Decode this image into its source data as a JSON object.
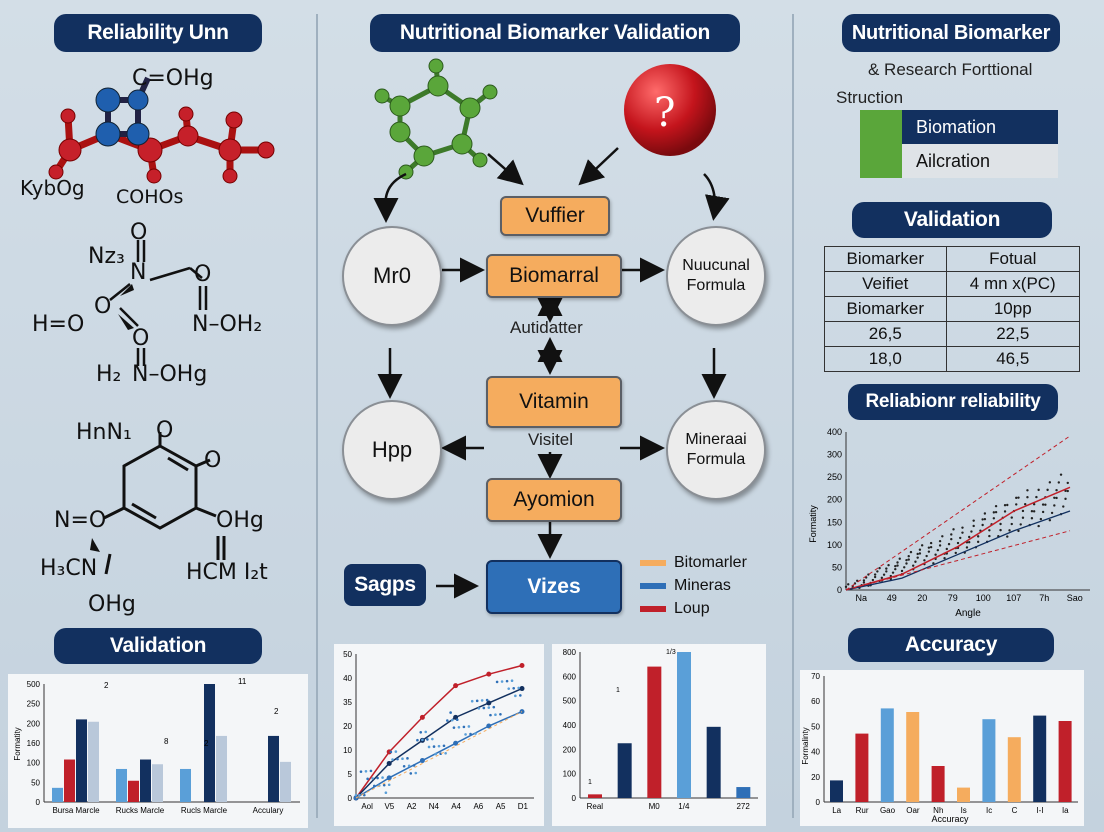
{
  "colors": {
    "navy": "#12305f",
    "red": "#c0202a",
    "blue": "#2e6fb7",
    "orange": "#f5ac5e",
    "green": "#5aa63a",
    "lightblue": "#5a9fd8"
  },
  "left": {
    "title": "Reliability Unn",
    "mol1": {
      "labels": [
        "C=OHg",
        "KybOg",
        "COHOs"
      ]
    },
    "mol2": {
      "labels": [
        "Nz₃",
        "N",
        "O",
        "O",
        "H=O",
        "O",
        "N–OH₂",
        "O",
        "H₂",
        "N–OHg"
      ]
    },
    "mol3": {
      "labels": [
        "HnN₁",
        "O",
        "O",
        "N=O",
        "OHg",
        "H₃CN",
        "HCM I₂t",
        "OHg"
      ]
    },
    "validation_title": "Validation"
  },
  "center": {
    "title": "Nutritional Biomarker Validation",
    "question_mark": "?",
    "nodes": {
      "mro": "Mr0",
      "nucl_line1": "Nuucunal",
      "nucl_line2": "Formula",
      "hpp": "Hpp",
      "min_line1": "Mineraai",
      "min_line2": "Formula"
    },
    "boxes": {
      "vuffier": "Vuffier",
      "biomarral": "Biomarral",
      "vitamin": "Vitamin",
      "ayomion": "Ayomion",
      "vizes": "Vizes",
      "sagps": "Sagps"
    },
    "labels": {
      "autidatter": "Autidatter",
      "visitel": "Visitel"
    },
    "legend": [
      {
        "name": "Bitomarler",
        "color": "#f5ac5e"
      },
      {
        "name": "Mineras",
        "color": "#2e6fb7"
      },
      {
        "name": "Loup",
        "color": "#c0202a"
      }
    ]
  },
  "right": {
    "title": "Nutritional Biomarker",
    "subtitle": "& Research Forttional",
    "struction": "Struction",
    "bar1": "Biomation",
    "bar2": "Ailcration",
    "validation_title": "Validation",
    "table": {
      "rows": [
        [
          "Biomarker",
          "Fotual"
        ],
        [
          "Veifiet",
          "4 mn x(PC)"
        ],
        [
          "Biomarker",
          "10pp"
        ],
        [
          "26,5",
          "22,5"
        ],
        [
          "18,0",
          "46,5"
        ]
      ]
    },
    "reliability_title": "Reliabionr reliability",
    "accuracy_title": "Accuracy"
  },
  "chart_data": [
    {
      "type": "bar",
      "title": "",
      "ylabel": "Formatity",
      "yticks": [
        "0",
        "50",
        "100",
        "160",
        "200",
        "250",
        "500"
      ],
      "categories": [
        "Bursa Marcle",
        "Rucks Marcle",
        "Rucls Marcle",
        "Acculary"
      ],
      "series": [
        {
          "color": "#5a9fd8",
          "values": [
            60,
            140,
            140,
            0
          ]
        },
        {
          "color": "#c0202a",
          "values": [
            180,
            90,
            0,
            0
          ]
        },
        {
          "color": "#12305f",
          "values": [
            350,
            180,
            500,
            280
          ]
        },
        {
          "color": "#b9c8da",
          "values": [
            340,
            160,
            280,
            170
          ]
        }
      ],
      "annotations": [
        "2",
        "8",
        "2",
        "11",
        "2"
      ],
      "ylim": [
        0,
        500
      ]
    },
    {
      "type": "scatter",
      "yticks": [
        "0",
        "5",
        "10",
        "20",
        "35",
        "40",
        "50"
      ],
      "xticks": [
        "Aol",
        "V5",
        "A2",
        "N4",
        "A4",
        "A6",
        "A5",
        "D1"
      ],
      "ylim": [
        0,
        50
      ]
    },
    {
      "type": "bar",
      "yticks": [
        "0",
        "100",
        "200",
        "400",
        "500",
        "600",
        "800"
      ],
      "categories": [
        "Real",
        "",
        "M0",
        "1/4",
        "",
        "272"
      ],
      "values": [
        20,
        300,
        720,
        800,
        390,
        60
      ],
      "colors": [
        "#c0202a",
        "#12305f",
        "#c0202a",
        "#5a9fd8",
        "#12305f",
        "#2e6fb7"
      ],
      "annotations": [
        "1",
        "1",
        "1/3"
      ],
      "ylim": [
        0,
        800
      ]
    },
    {
      "type": "scatter",
      "xlabel": "Angle",
      "ylabel": "Formatity",
      "xticks": [
        "Na",
        "49",
        "20",
        "79",
        "100",
        "107",
        "7h",
        "Sao"
      ],
      "yticks": [
        "0",
        "50",
        "100",
        "150",
        "200",
        "250",
        "300",
        "400"
      ],
      "ylim": [
        0,
        400
      ]
    },
    {
      "type": "bar",
      "xlabel": "Accuracy",
      "ylabel": "Formalinty",
      "xticks": [
        "La",
        "Rur",
        "Gao",
        "Oar",
        "Nh",
        "Is",
        "Ic",
        "C",
        "I-I",
        "Ia"
      ],
      "yticks": [
        "0",
        "20",
        "40",
        "50",
        "60",
        "70"
      ],
      "values": [
        12,
        38,
        52,
        50,
        20,
        8,
        46,
        36,
        48,
        45
      ],
      "colors": [
        "#12305f",
        "#c0202a",
        "#5a9fd8",
        "#f5ac5e",
        "#c0202a",
        "#f5ac5e",
        "#5a9fd8",
        "#f5ac5e",
        "#12305f",
        "#c0202a"
      ],
      "ylim": [
        0,
        70
      ]
    }
  ]
}
